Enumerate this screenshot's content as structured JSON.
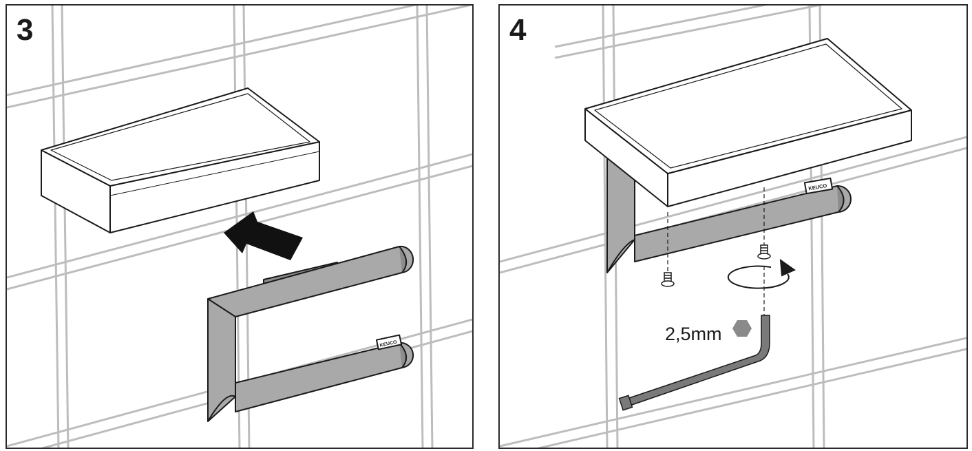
{
  "steps": [
    {
      "number": "3"
    },
    {
      "number": "4"
    }
  ],
  "brand_label": "KEUCO",
  "tool_size_label": "2,5mm",
  "colors": {
    "tile_grid": "#bdbdbd",
    "outline": "#1a1a1a",
    "shelf_face": "#ffffff",
    "holder_metal": "#a9a9a9",
    "holder_shade": "#8c8c8c",
    "arrow": "#111111",
    "hex_icon": "#8a8a8a"
  },
  "icons": [
    "insert-arrow-icon",
    "screw-icon",
    "rotate-arrow-icon",
    "hex-key-icon",
    "hex-socket-icon"
  ]
}
